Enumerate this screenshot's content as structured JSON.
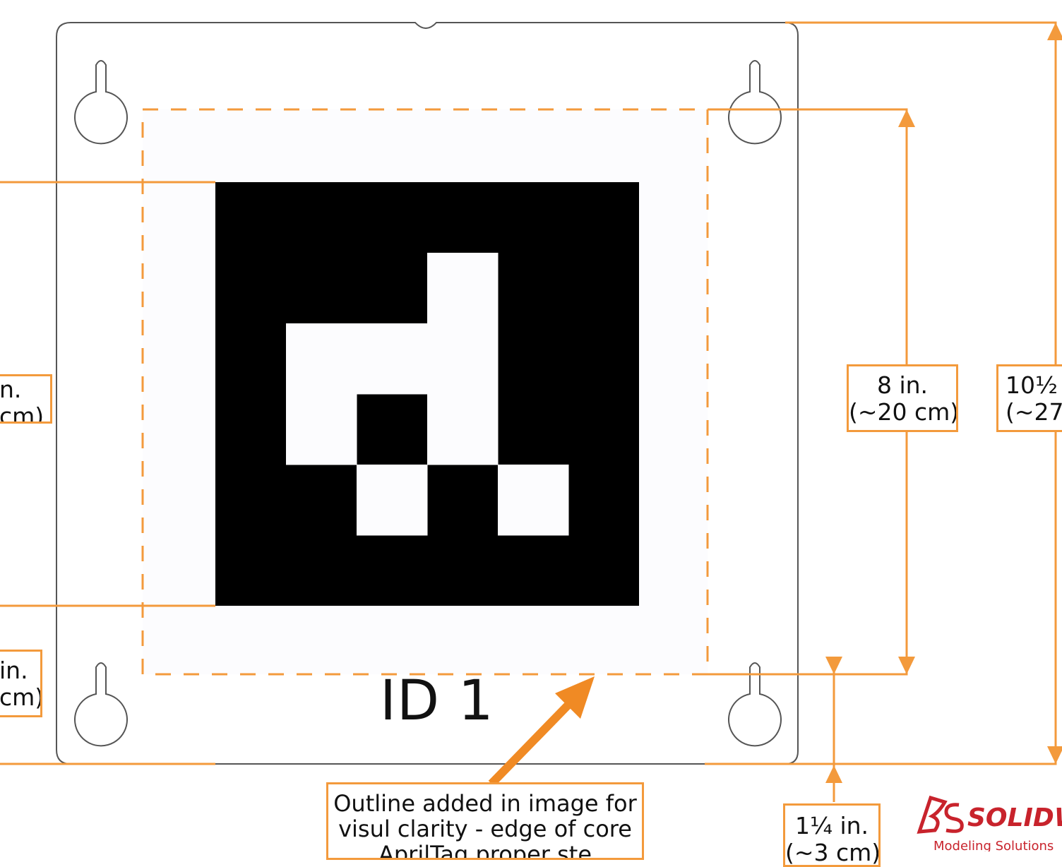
{
  "colors": {
    "dimension": "#F39A3C",
    "arrow": "#F08A24",
    "plate_outline": "#555555",
    "tag_black": "#000000",
    "tag_white": "#FCFCFE",
    "brand": "#C8232C"
  },
  "marker": {
    "id_label": "ID 1",
    "grid_size": 6,
    "white_cells": [
      [
        3,
        1
      ],
      [
        1,
        2
      ],
      [
        2,
        2
      ],
      [
        3,
        2
      ],
      [
        1,
        3
      ],
      [
        3,
        3
      ],
      [
        2,
        4
      ],
      [
        4,
        4
      ]
    ]
  },
  "dimensions": {
    "left_upper": {
      "line1": "n.",
      "line2": " cm)"
    },
    "left_lower": {
      "line1": "in.",
      "line2": "cm)"
    },
    "inner_width": {
      "line1": "8 in.",
      "line2": "(~20 cm)"
    },
    "outer": {
      "line1": "10½",
      "line2": "(~27"
    },
    "bottom_margin": {
      "line1": "1¼ in.",
      "line2": "(~3 cm)"
    }
  },
  "callout": {
    "line1": "Outline  added in image for",
    "line2": "visul clarity - edge of core",
    "line3": "AprilTag proper ste"
  },
  "logo": {
    "brand": "SOLIDWORKS",
    "tagline": "Modeling Solutions"
  }
}
